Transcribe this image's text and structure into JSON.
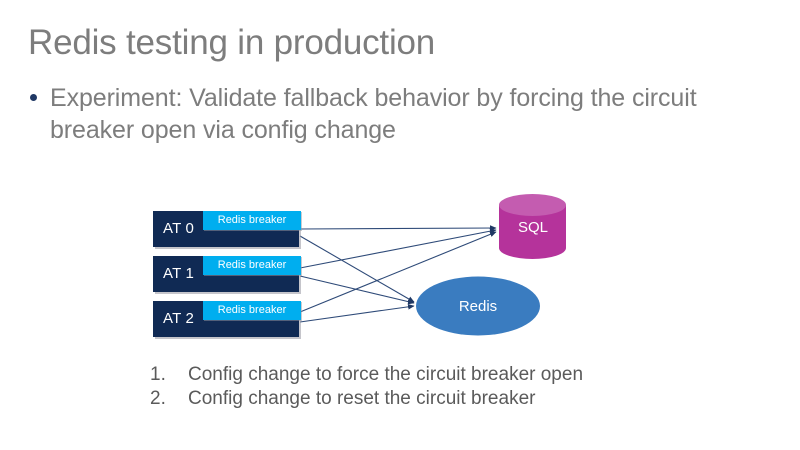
{
  "slide": {
    "title": "Redis testing in production",
    "bullet": {
      "marker": "bullet-dot",
      "text": "Experiment: Validate fallback behavior by forcing the circuit breaker open via config change"
    },
    "colors": {
      "title_gray": "#7d7d7d",
      "body_gray": "#7d7d7d",
      "list_gray": "#5a5a5a",
      "bullet_navy": "#1f3864",
      "at_node_navy": "#102A54",
      "breaker_cyan": "#00AEEF",
      "sql_magenta": "#B5339B",
      "sql_magenta_top": "#C45CB0",
      "redis_blue": "#3A7CC0",
      "connector_navy": "#1F3864",
      "background": "#ffffff"
    }
  },
  "diagram": {
    "at_nodes": [
      {
        "label": "AT 0",
        "breaker_label": "Redis breaker"
      },
      {
        "label": "AT 1",
        "breaker_label": "Redis breaker"
      },
      {
        "label": "AT 2",
        "breaker_label": "Redis breaker"
      }
    ],
    "datastores": [
      {
        "label": "SQL",
        "shape": "cylinder"
      },
      {
        "label": "Redis",
        "shape": "ellipse"
      }
    ],
    "connector_count": 6,
    "connector_style": "arrow"
  },
  "steps": [
    {
      "number": "1.",
      "text": "Config change to force the circuit breaker open"
    },
    {
      "number": "2.",
      "text": "Config change to reset the circuit breaker"
    }
  ]
}
